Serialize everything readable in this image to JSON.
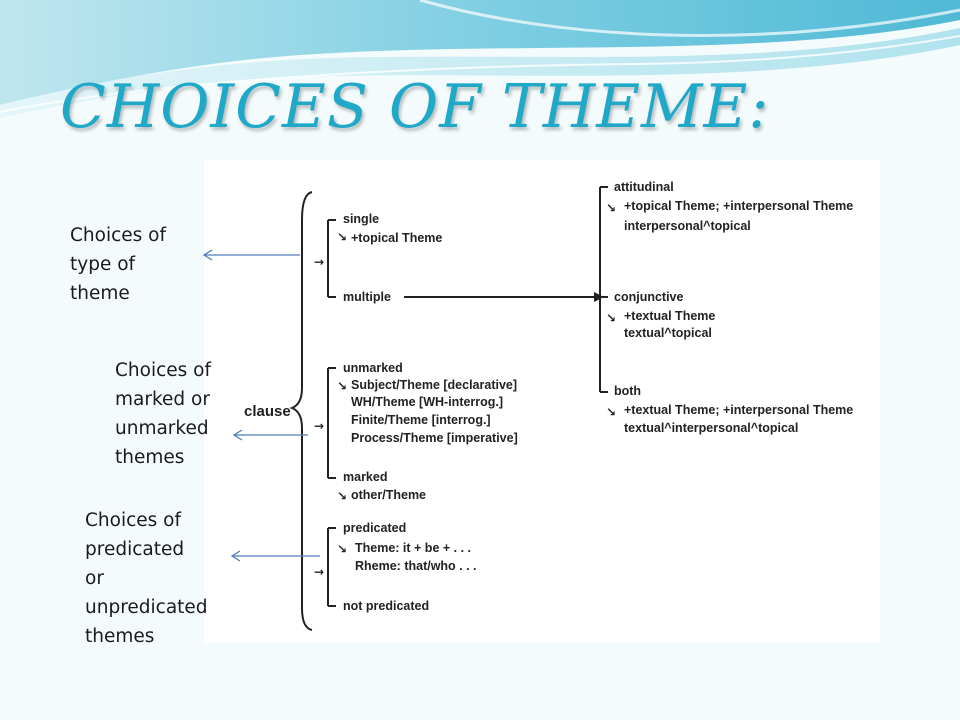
{
  "slide": {
    "title": "CHOICES OF THEME:"
  },
  "annotations": [
    {
      "lines": [
        "Choices of",
        "type of",
        "theme"
      ]
    },
    {
      "lines": [
        "Choices of",
        "marked or",
        "unmarked",
        "themes"
      ]
    },
    {
      "lines": [
        "Choices of",
        "predicated",
        "or",
        "unpredicated",
        "themes"
      ]
    }
  ],
  "diagram": {
    "root": "clause",
    "type_system": {
      "single": [
        "single",
        "+topical Theme"
      ],
      "multiple": "multiple",
      "sub": {
        "attitudinal": [
          "attitudinal",
          "+topical Theme; +interpersonal Theme",
          "interpersonal^topical"
        ],
        "conjunctive": [
          "conjunctive",
          "+textual Theme",
          "textual^topical"
        ],
        "both": [
          "both",
          "+textual Theme; +interpersonal Theme",
          "textual^interpersonal^topical"
        ]
      }
    },
    "markedness_system": {
      "unmarked": [
        "unmarked",
        "Subject/Theme [declarative]",
        "WH/Theme [WH-interrog.]",
        "Finite/Theme [interrog.]",
        "Process/Theme [imperative]"
      ],
      "marked": [
        "marked",
        "other/Theme"
      ]
    },
    "predication_system": {
      "predicated": [
        "predicated",
        "Theme: it + be + . . .",
        "Rheme: that/who . . ."
      ],
      "not_predicated": "not predicated"
    },
    "symbols": {
      "entry": "→",
      "realization": "↘"
    }
  },
  "colors": {
    "title": "#1fa8c8",
    "pointer": "#4f7fb8",
    "ink": "#222222"
  }
}
